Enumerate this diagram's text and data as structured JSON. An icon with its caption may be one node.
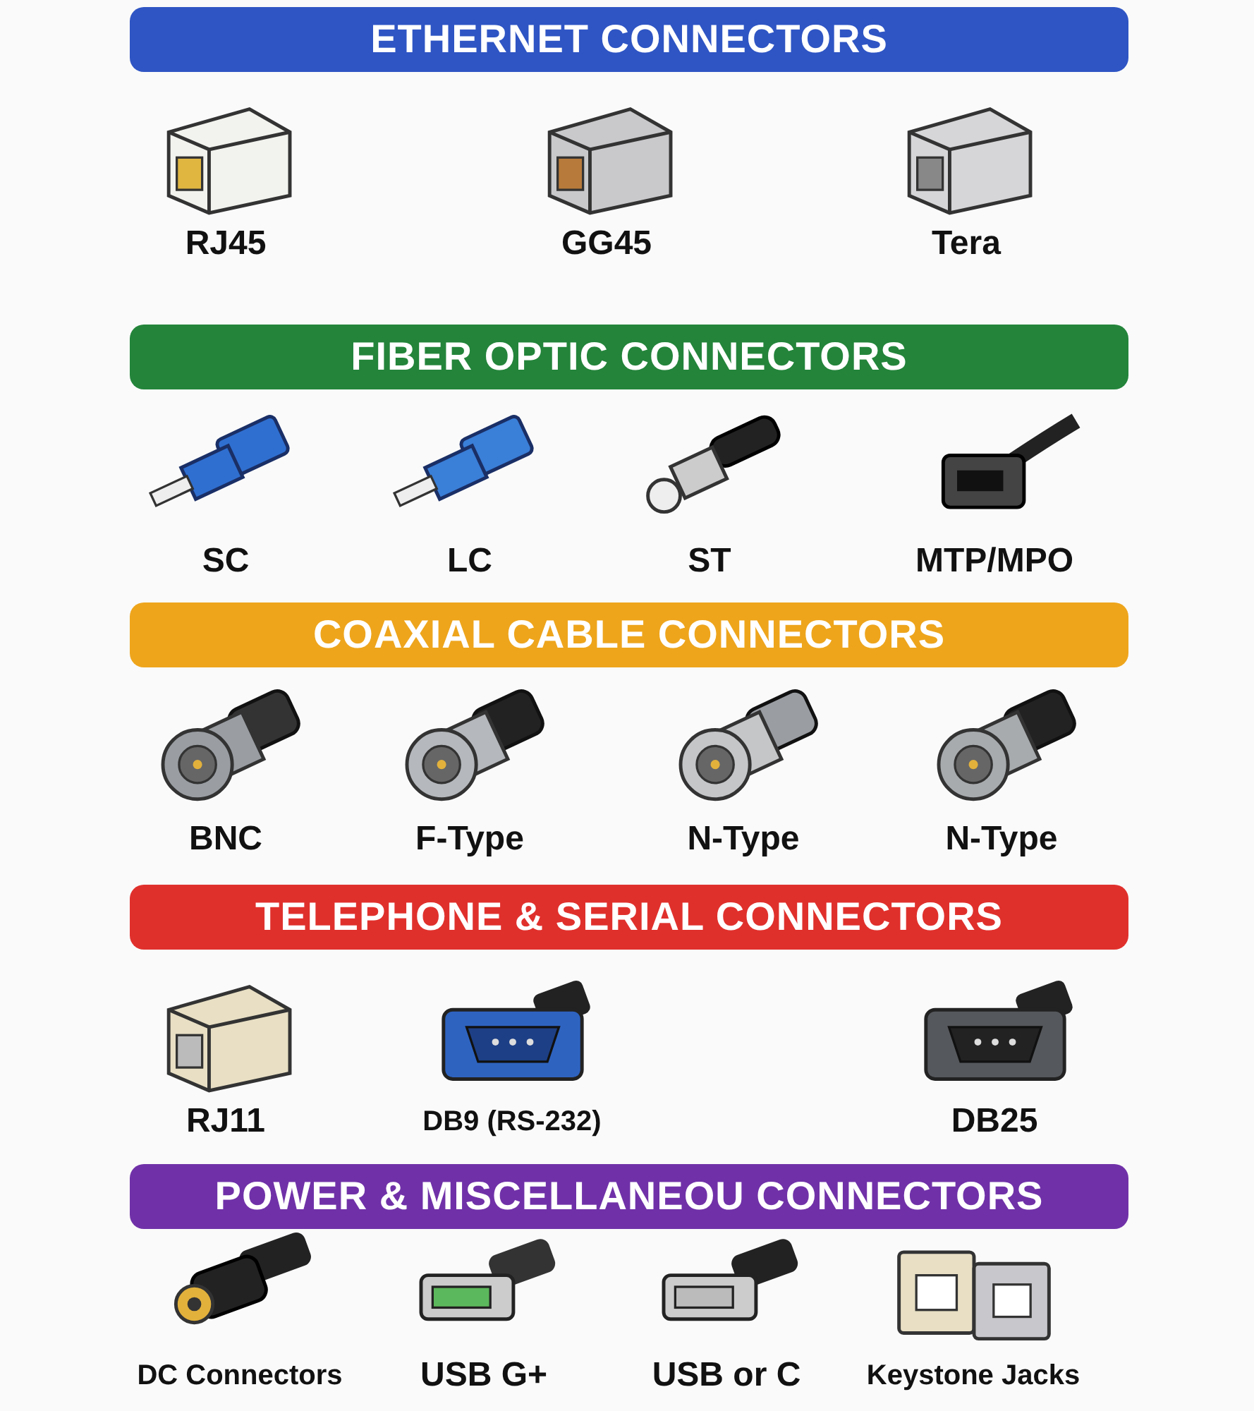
{
  "diagram": {
    "nodes": [
      {
        "text": [
          "ETHERNET CONNECTORS"
        ]
      },
      {
        "text": [
          "RJ45"
        ]
      },
      {
        "text": [
          "GG45"
        ]
      },
      {
        "text": [
          "Tera"
        ]
      },
      {
        "text": [
          "FIBER OPTIC CONNECTORS"
        ]
      },
      {
        "text": [
          "SC"
        ]
      },
      {
        "text": [
          "LC"
        ]
      },
      {
        "text": [
          "ST"
        ]
      },
      {
        "text": [
          "MTP/MPO"
        ]
      },
      {
        "text": [
          "COAXIAL CABLE CONNECTORS"
        ]
      },
      {
        "text": [
          "BNC"
        ]
      },
      {
        "text": [
          "F-Type"
        ]
      },
      {
        "text": [
          "N-Type"
        ]
      },
      {
        "text": [
          "N-Type"
        ]
      },
      {
        "text": [
          "TELEPHONE & SERIAL CONNECTORS"
        ]
      },
      {
        "text": [
          "RJ11"
        ]
      },
      {
        "text": [
          "DB9 (RS-232)"
        ]
      },
      {
        "text": [
          "DB25"
        ]
      },
      {
        "text": [
          "POWER & MISCELLANEOU CONNECTORS"
        ]
      },
      {
        "text": [
          "DC Connectors"
        ]
      },
      {
        "text": [
          "USB G+"
        ]
      },
      {
        "text": [
          "USB or C"
        ]
      },
      {
        "text": [
          "Keystone Jacks"
        ]
      }
    ]
  }
}
